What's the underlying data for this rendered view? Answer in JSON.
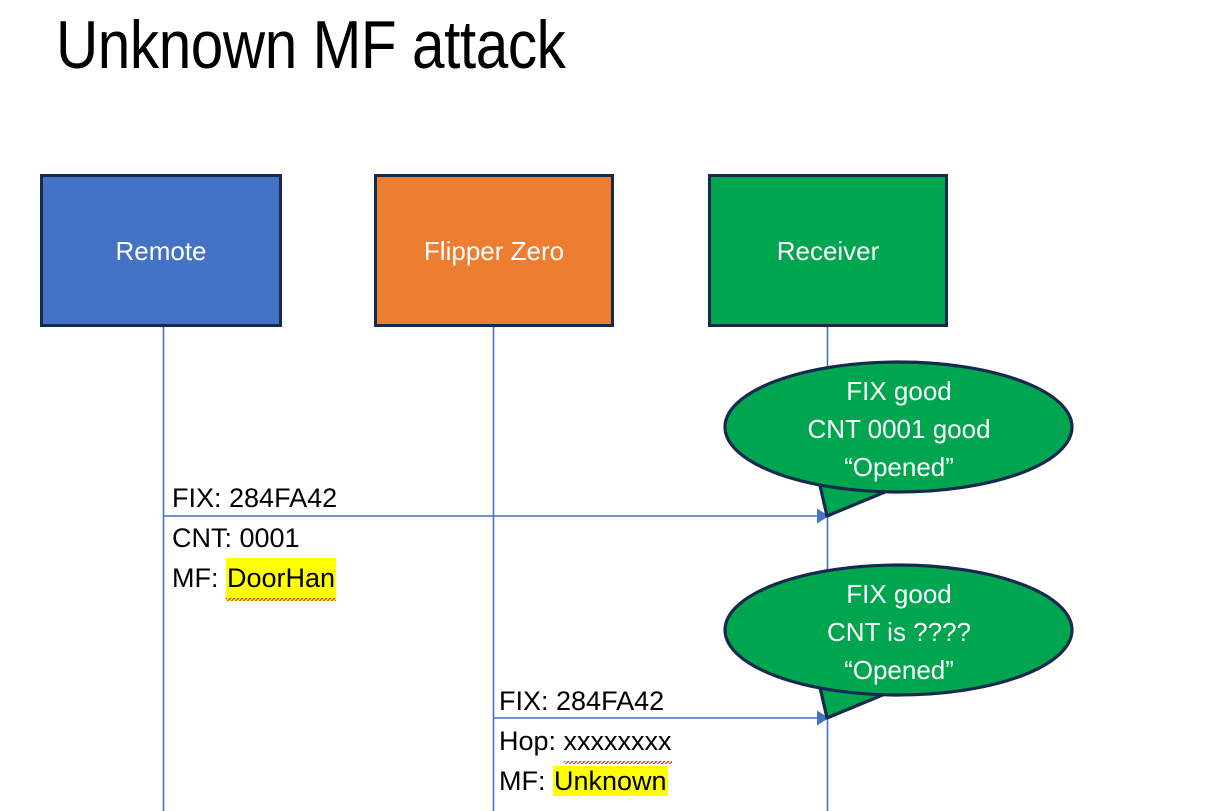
{
  "slide": {
    "title": "Unknown MF attack",
    "background": "#ffffff"
  },
  "colors": {
    "remote_fill": "#4472c4",
    "flipper_fill": "#ed7d31",
    "receiver_fill": "#00a550",
    "box_border": "#152a4e",
    "arrow": "#4472c4",
    "lifeline": "#4472c4",
    "highlight": "#ffff00",
    "spellcheck_underline": "#e03020",
    "bubble_text": "#ffffff"
  },
  "participants": [
    {
      "id": "remote",
      "label": "Remote",
      "fill": "#4472c4"
    },
    {
      "id": "flipper",
      "label": "Flipper Zero",
      "fill": "#ed7d31"
    },
    {
      "id": "receiver",
      "label": "Receiver",
      "fill": "#00a550"
    }
  ],
  "messages": [
    {
      "id": "msg-1",
      "from": "remote",
      "to": "receiver",
      "lines": [
        {
          "prefix": "FIX: ",
          "value": "284FA42",
          "highlight": false,
          "spellcheck_error": false
        },
        {
          "prefix": "CNT: ",
          "value": "0001",
          "highlight": false,
          "spellcheck_error": false
        },
        {
          "prefix": "MF: ",
          "value": "DoorHan",
          "highlight": true,
          "spellcheck_error": true
        }
      ]
    },
    {
      "id": "msg-2",
      "from": "flipper",
      "to": "receiver",
      "lines": [
        {
          "prefix": "FIX: ",
          "value": "284FA42",
          "highlight": false,
          "spellcheck_error": false
        },
        {
          "prefix": "Hop: ",
          "value": "xxxxxxxx",
          "highlight": false,
          "spellcheck_error": true
        },
        {
          "prefix": "MF: ",
          "value": "Unknown",
          "highlight": true,
          "spellcheck_error": false
        }
      ]
    }
  ],
  "bubbles": [
    {
      "id": "bubble-1",
      "owner": "receiver",
      "line1": "FIX good",
      "line2": "CNT 0001 good",
      "line3": "“Opened”"
    },
    {
      "id": "bubble-2",
      "owner": "receiver",
      "line1": "FIX good",
      "line2": "CNT is ????",
      "line3": "“Opened”"
    }
  ]
}
